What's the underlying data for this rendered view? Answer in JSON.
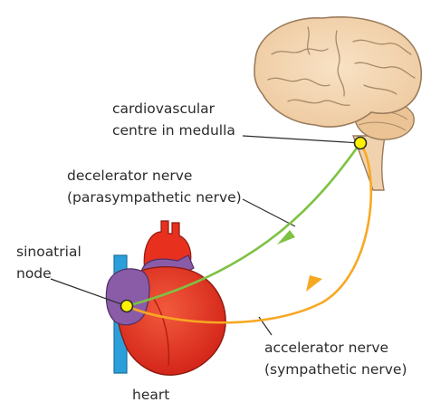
{
  "labels": {
    "cardiovascular_line1": "cardiovascular",
    "cardiovascular_line2": "centre in medulla",
    "decelerator_line1": "decelerator nerve",
    "decelerator_line2": "(parasympathetic nerve)",
    "sinoatrial_line1": "sinoatrial",
    "sinoatrial_line2": "node",
    "accelerator_line1": "accelerator nerve",
    "accelerator_line2": "(sympathetic nerve)",
    "heart": "heart"
  },
  "colors": {
    "decelerator_nerve": "#7dc242",
    "accelerator_nerve": "#f7a823",
    "node_marker": "#fff200",
    "brain": "#f3d7b3",
    "heart_red": "#e8301f",
    "heart_purple": "#8a5ca7",
    "vessel_blue": "#2b9fd9"
  }
}
